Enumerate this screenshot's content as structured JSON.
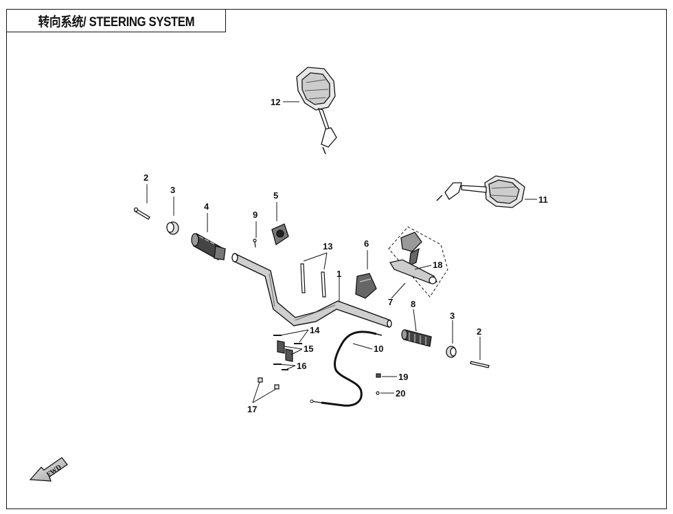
{
  "header": {
    "title": "转向系统/ STEERING SYSTEM"
  },
  "callouts": {
    "c1": "1",
    "c2a": "2",
    "c2b": "2",
    "c3a": "3",
    "c3b": "3",
    "c4": "4",
    "c5": "5",
    "c6": "6",
    "c7": "7",
    "c8": "8",
    "c9": "9",
    "c10": "10",
    "c11": "11",
    "c12": "12",
    "c13": "13",
    "c14": "14",
    "c15": "15",
    "c16": "16",
    "c17": "17",
    "c18": "18",
    "c19": "19",
    "c20": "20"
  },
  "fwd_badge": {
    "label": "FWD"
  }
}
